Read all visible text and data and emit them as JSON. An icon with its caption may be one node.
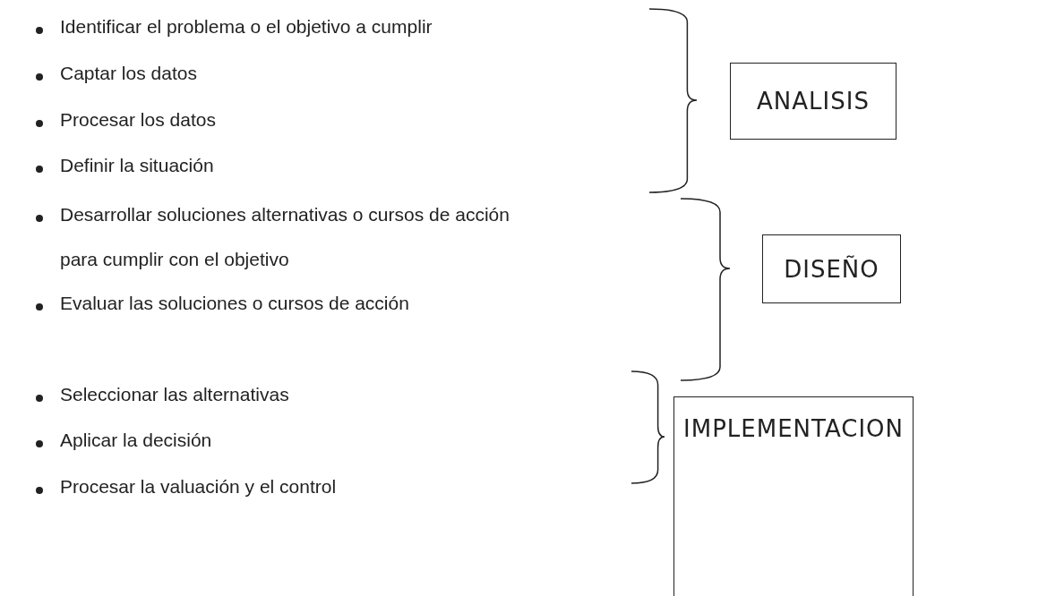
{
  "diagram": {
    "nodes": [
      {
        "text": [
          "ANALISIS"
        ]
      },
      {
        "text": [
          "DISEÑO"
        ]
      },
      {
        "text": [
          "IMPLEMENTACION"
        ]
      }
    ],
    "labels": [
      "Identificar el problema o el objetivo a cumplir",
      "Captar los datos",
      "Procesar los datos",
      "Definir la situación",
      "Desarrollar soluciones alternativas o cursos de acción para cumplir con el objetivo",
      "Evaluar las soluciones o cursos de acción",
      "Seleccionar las alternativas",
      "Aplicar la decisión",
      "Procesar la valuación y el control"
    ]
  }
}
